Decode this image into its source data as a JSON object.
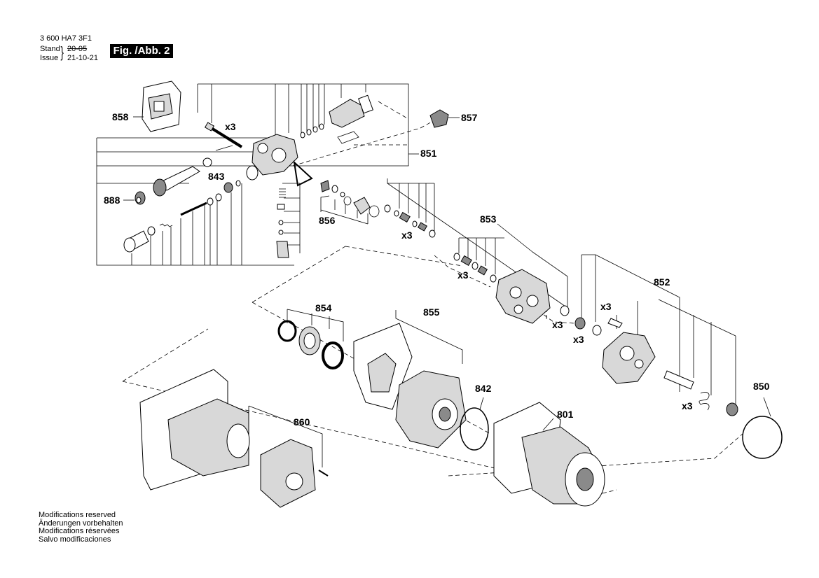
{
  "header": {
    "doc_code": "3 600 HA7 3F1",
    "stand_label": "Stand",
    "issue_label": "Issue",
    "date_old": "20-05",
    "date_new": "21-10-21",
    "figure_label": "Fig. /Abb. 2"
  },
  "footer": {
    "notes": [
      "Modifications reserved",
      "Änderungen vorbehalten",
      "Modifications réservées",
      "Salvo modificaciones"
    ]
  },
  "callouts": {
    "p858": "858",
    "p857": "857",
    "p851": "851",
    "p843": "843",
    "p888": "888",
    "p856": "856",
    "p853": "853",
    "p854": "854",
    "p855": "855",
    "p852": "852",
    "p842": "842",
    "p801": "801",
    "p860": "860",
    "p850": "850"
  },
  "quantities": {
    "q1": "x3",
    "q2": "x3",
    "q3": "x3",
    "q4": "x3",
    "q5": "x3",
    "q6": "x3",
    "q7": "x3"
  }
}
